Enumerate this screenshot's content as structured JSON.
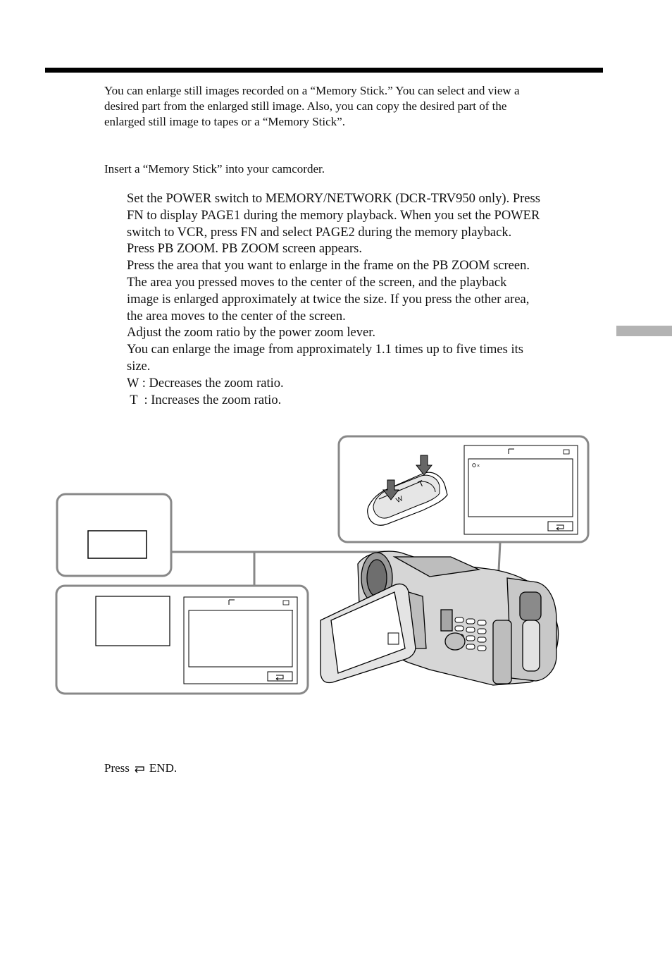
{
  "intro": {
    "lines": [
      "You can enlarge still images recorded on a “Memory Stick.” You can select and view a",
      "desired part from the enlarged still image. Also, you can copy the desired part of the",
      "enlarged still image to tapes or a “Memory Stick”."
    ]
  },
  "before_operation": "Insert a “Memory Stick” into your camcorder.",
  "steps": {
    "lines": [
      "Set the POWER switch to MEMORY/NETWORK (DCR-TRV950 only). Press",
      "FN to display PAGE1 during the memory playback. When you set the POWER",
      "switch to VCR, press FN and select PAGE2 during the memory playback.",
      "Press PB ZOOM. PB ZOOM screen appears.",
      "Press the area that you want to enlarge in the frame on the PB ZOOM screen.",
      "The area you pressed moves to the center of the screen, and the playback",
      "image is enlarged approximately at twice the size. If you press the other area,",
      "the area moves to the center of the screen.",
      "Adjust the zoom ratio by the power zoom lever.",
      "You can enlarge the image from approximately 1.1 times up to five times its",
      "size.",
      "W : Decreases the zoom ratio.",
      " T  : Increases the zoom ratio."
    ]
  },
  "figure": {
    "zoom_lever_labels": {
      "w": "W",
      "t": "T"
    },
    "zoom_indicator": "×"
  },
  "end": {
    "prefix": "Press",
    "suffix": "END.",
    "icon": "return-icon"
  }
}
